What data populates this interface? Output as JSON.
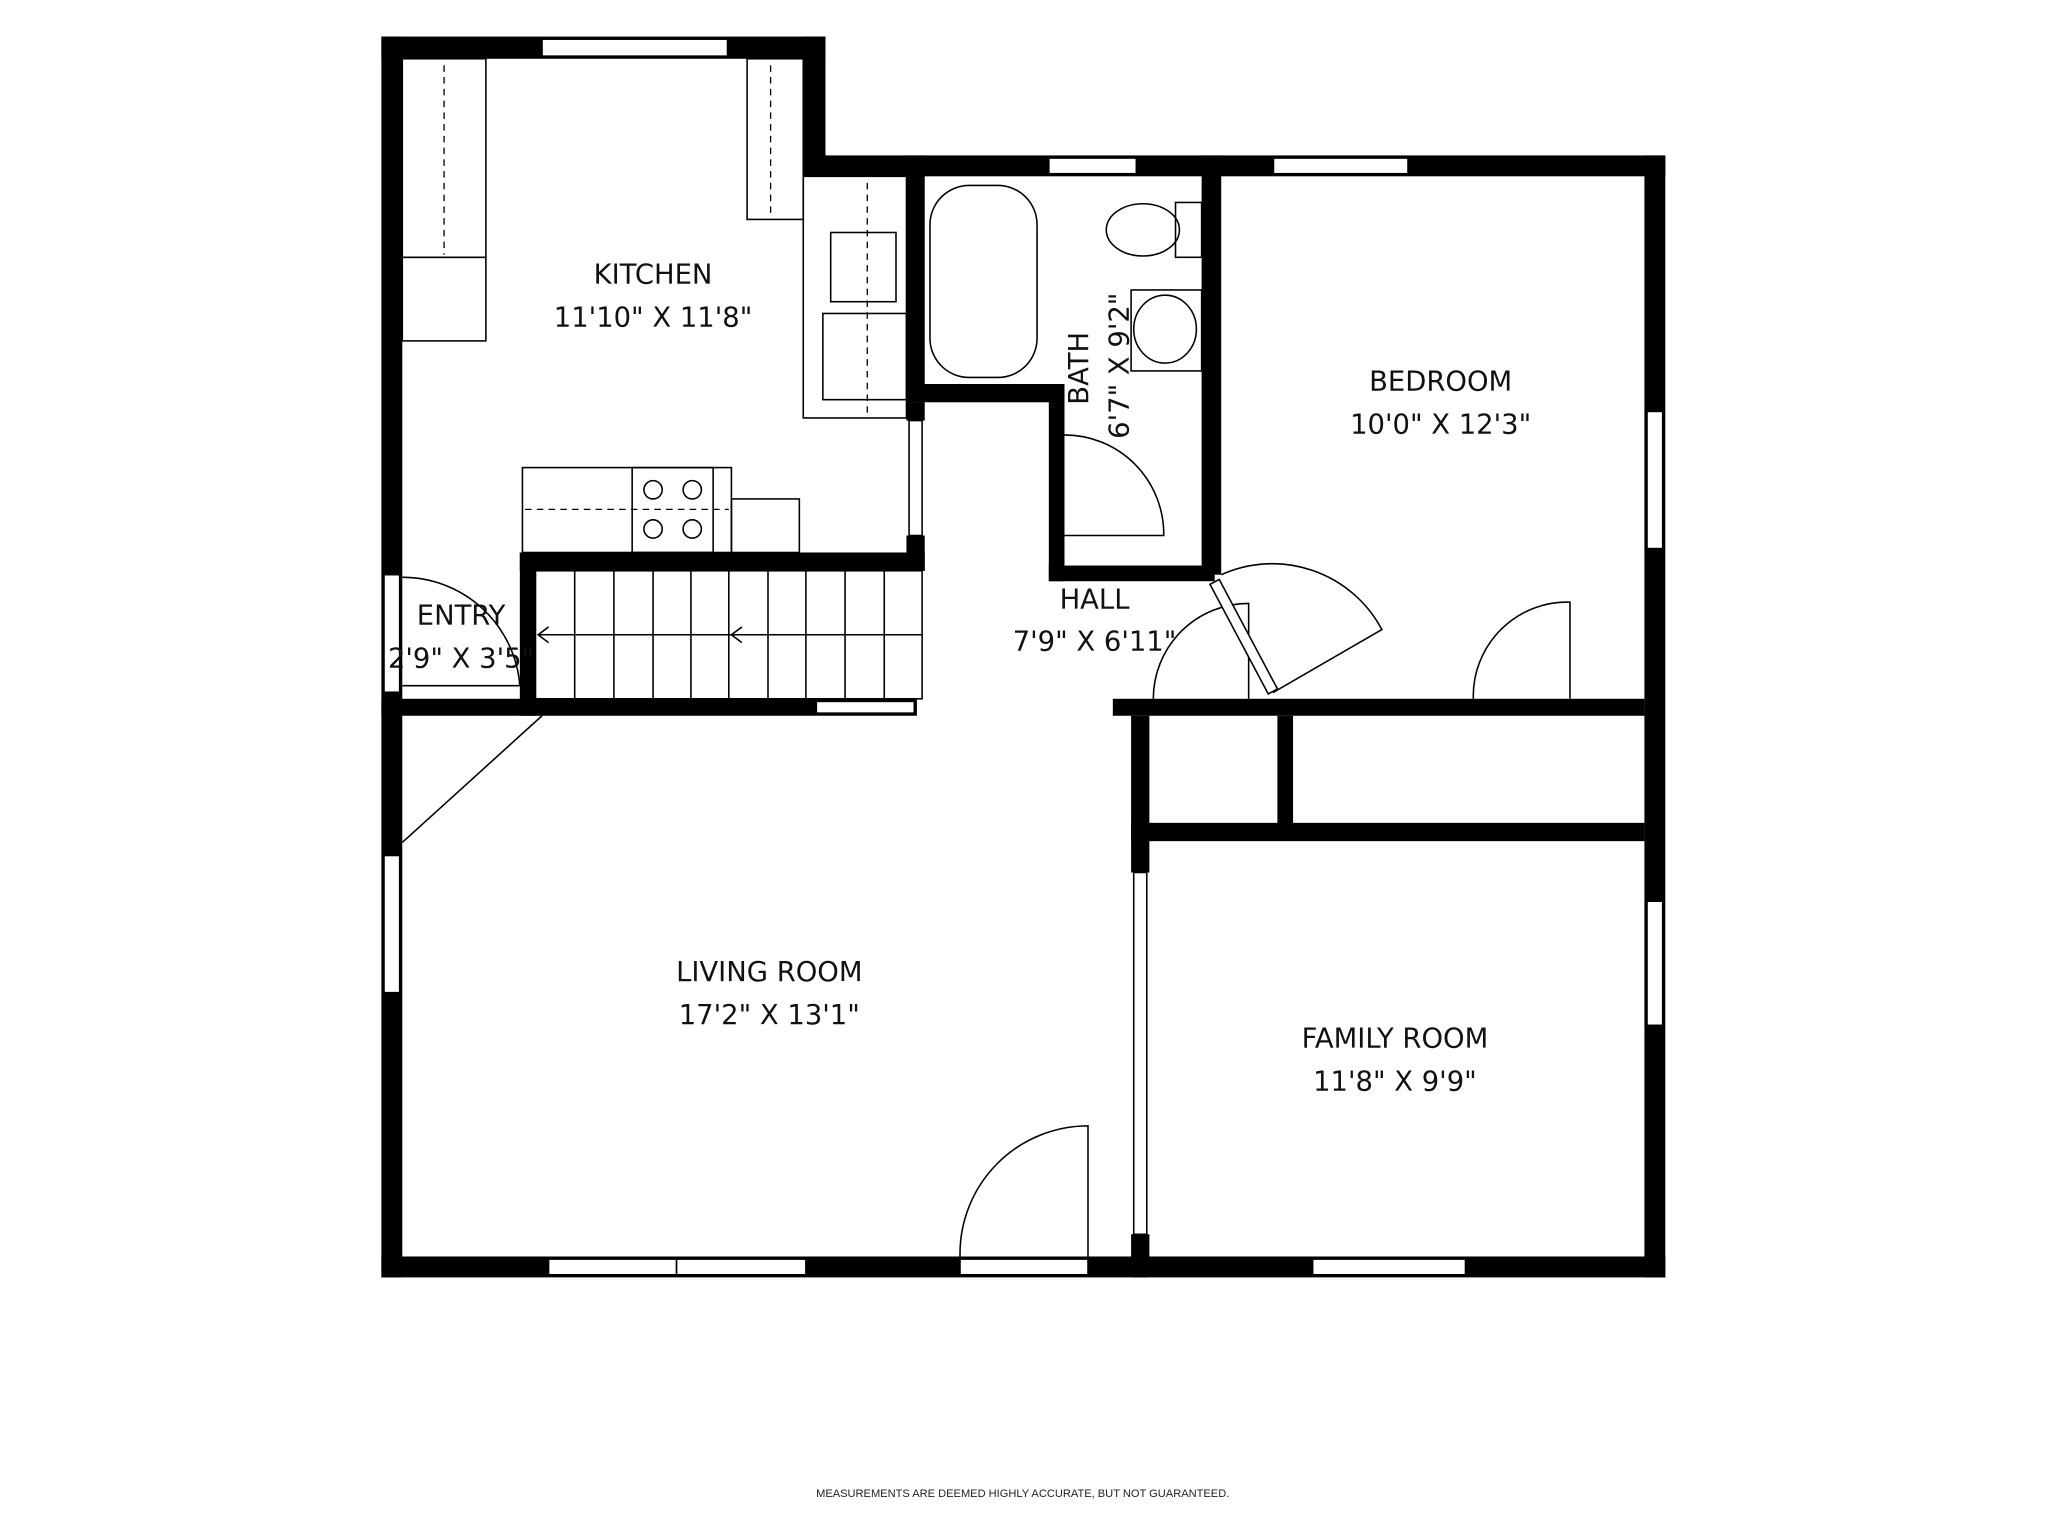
{
  "floorplan": {
    "rooms": [
      {
        "name": "KITCHEN",
        "dims": "11'10\" X 11'8\""
      },
      {
        "name": "BATH",
        "dims": "6'7\" X 9'2\""
      },
      {
        "name": "BEDROOM",
        "dims": "10'0\" X 12'3\""
      },
      {
        "name": "ENTRY",
        "dims": "2'9\" X 3'5\""
      },
      {
        "name": "HALL",
        "dims": "7'9\" X 6'11\""
      },
      {
        "name": "LIVING ROOM",
        "dims": "17'2\" X 13'1\""
      },
      {
        "name": "FAMILY ROOM",
        "dims": "11'8\" X 9'9\""
      }
    ],
    "disclaimer": "MEASUREMENTS ARE DEEMED HIGHLY ACCURATE, BUT NOT GUARANTEED.",
    "colors": {
      "wall": "#000000",
      "background": "#ffffff"
    }
  }
}
